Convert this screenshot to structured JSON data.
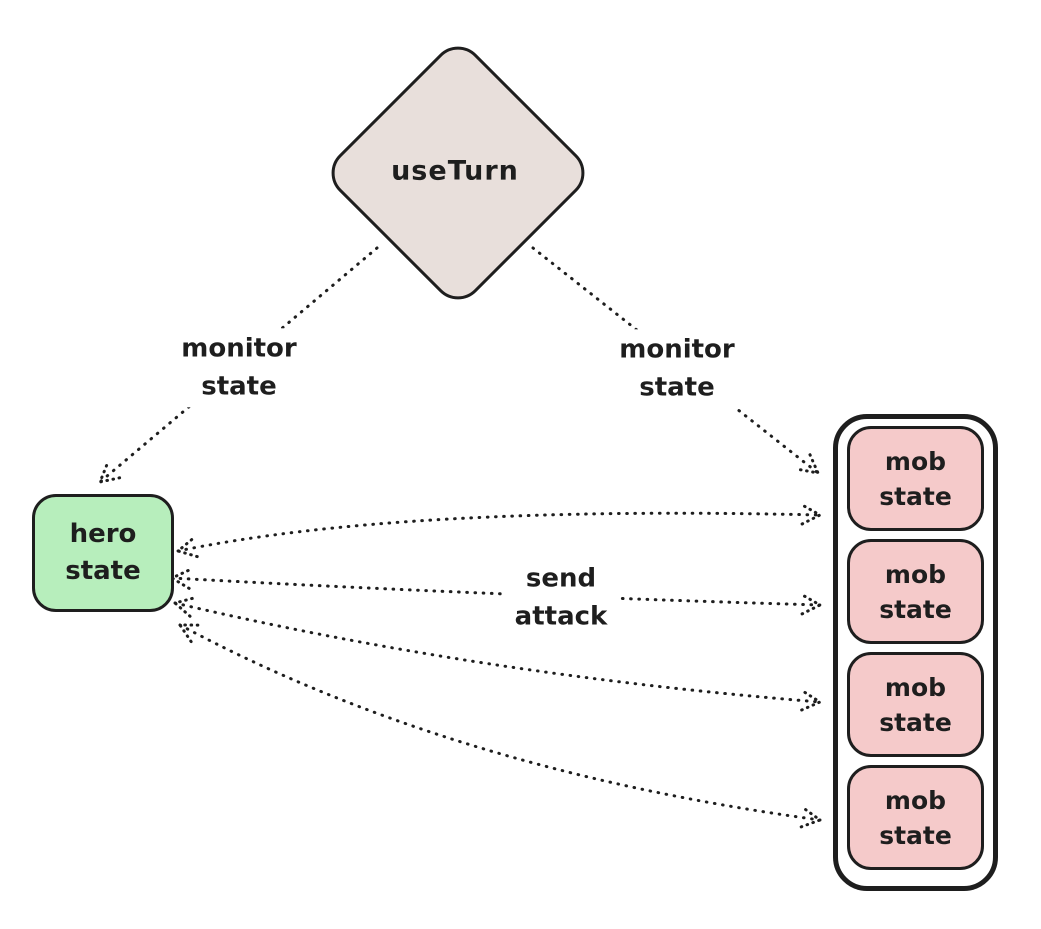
{
  "colors": {
    "background": "#ffffff",
    "stroke": "#1e1e1e",
    "text": "#1e1e1e",
    "diamond_fill": "#e8dfdb",
    "hero_fill": "#b7eebc",
    "mob_fill": "#f5caca",
    "mob_container_fill": "#ffffff"
  },
  "nodes": {
    "use_turn": {
      "label": "useTurn",
      "shape": "diamond"
    },
    "hero": {
      "label": "hero\nstate",
      "shape": "rounded-rect"
    },
    "mob_container": {
      "shape": "rounded-rect"
    },
    "mobs": [
      {
        "label": "mob\nstate"
      },
      {
        "label": "mob\nstate"
      },
      {
        "label": "mob\nstate"
      },
      {
        "label": "mob\nstate"
      }
    ]
  },
  "edges": {
    "monitor_left": {
      "label": "monitor\nstate",
      "style": "dotted-arrow",
      "from": "useTurn",
      "to": "hero state"
    },
    "monitor_right": {
      "label": "monitor\nstate",
      "style": "dotted-arrow",
      "from": "useTurn",
      "to": "mob states"
    },
    "send_attack": {
      "label": "send\nattack",
      "style": "dotted-double-arrow",
      "between": "hero state and each mob state"
    }
  }
}
